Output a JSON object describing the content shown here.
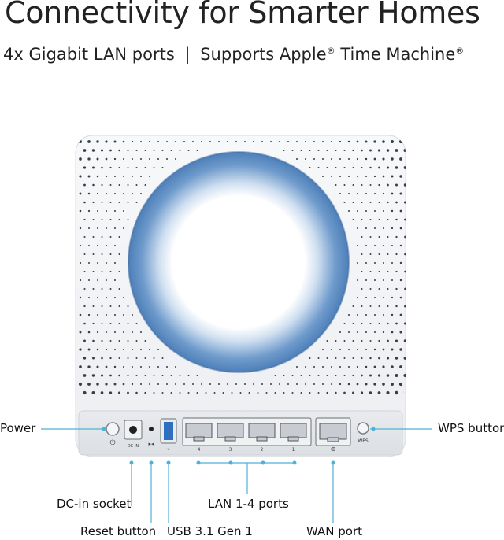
{
  "header": {
    "title": "Connectivity for Smarter Homes",
    "subtitle_part1": "4x Gigabit LAN ports",
    "separator": "|",
    "subtitle_part2a": "Supports Apple",
    "reg_mark": "®",
    "subtitle_part2b": " Time Machine"
  },
  "device": {
    "port_marks": {
      "dc_in": "DC-IN",
      "wps": "WPS",
      "lan_numbers": [
        "4",
        "3",
        "2",
        "1"
      ]
    }
  },
  "callouts": {
    "power": "Power",
    "wps_button": "WPS button",
    "dc_in_socket": "DC-in socket",
    "lan_ports": "LAN 1-4 ports",
    "reset_button": "Reset button",
    "usb": "USB 3.1 Gen 1",
    "wan_port": "WAN port"
  },
  "colors": {
    "accent_line": "#4fb1d6",
    "ring_blue": "#5f8fc4",
    "body_white": "#f3f4f6"
  }
}
